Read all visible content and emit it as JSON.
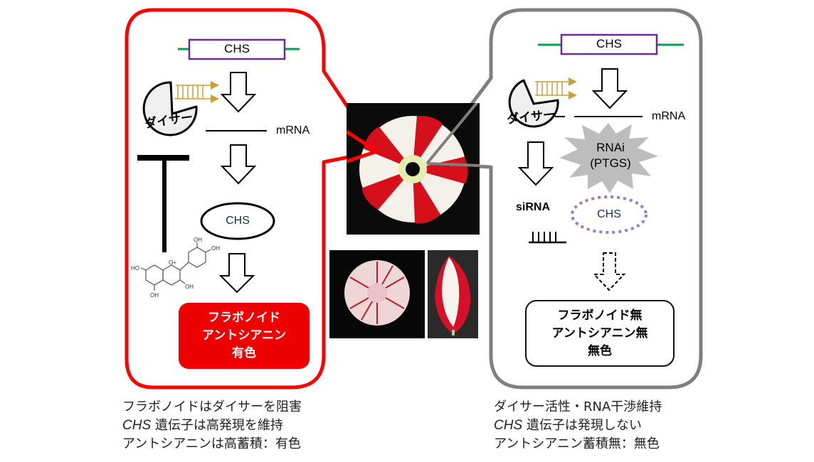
{
  "left_panel": {
    "border_color": "#ff0000",
    "gene_label": "CHS",
    "dicer_label": "ダイサー",
    "mrna_label": "mRNA",
    "enzyme_label": "CHS",
    "molecule_substituents": [
      "OH",
      "OH",
      "HO",
      "OH",
      "OH",
      "O+"
    ],
    "result_lines": [
      "フラボノイド",
      "アントシアニン",
      "有色"
    ],
    "result_color": "#ee0000"
  },
  "right_panel": {
    "border_color": "#7f7f7f",
    "gene_label": "CHS",
    "dicer_label": "ダイサー",
    "mrna_label": "mRNA",
    "burst_lines": [
      "RNAi",
      "(PTGS)"
    ],
    "sirna_label": "siRNA",
    "enzyme_label": "CHS",
    "result_lines": [
      "フラボノイド無",
      "アントシアニン無",
      "無色"
    ]
  },
  "colors": {
    "gene_box_border": "#6a2c91",
    "gene_flank": "#00a050",
    "dsrna": "#c8a03a",
    "dotted_enzyme": "#9b7fc4",
    "burst_fill": "#bdbdbd"
  },
  "photos": {
    "main": "petunia-red-white-star-flower",
    "bottom_left": "dahlia-red-white-flower",
    "bottom_right": "single-red-white-petal"
  },
  "captions": {
    "left": [
      {
        "italic": "",
        "text": "フラボノイドはダイサーを阻害"
      },
      {
        "italic": "CHS",
        "text": " 遺伝子は高発現を維持"
      },
      {
        "italic": "",
        "text": "アントシアニンは高蓄積：有色"
      }
    ],
    "right": [
      {
        "italic": "",
        "text": "ダイサー活性・RNA干渉維持"
      },
      {
        "italic": "CHS",
        "text": " 遺伝子は発現しない"
      },
      {
        "italic": "",
        "text": "アントシアニン蓄積無：無色"
      }
    ]
  }
}
